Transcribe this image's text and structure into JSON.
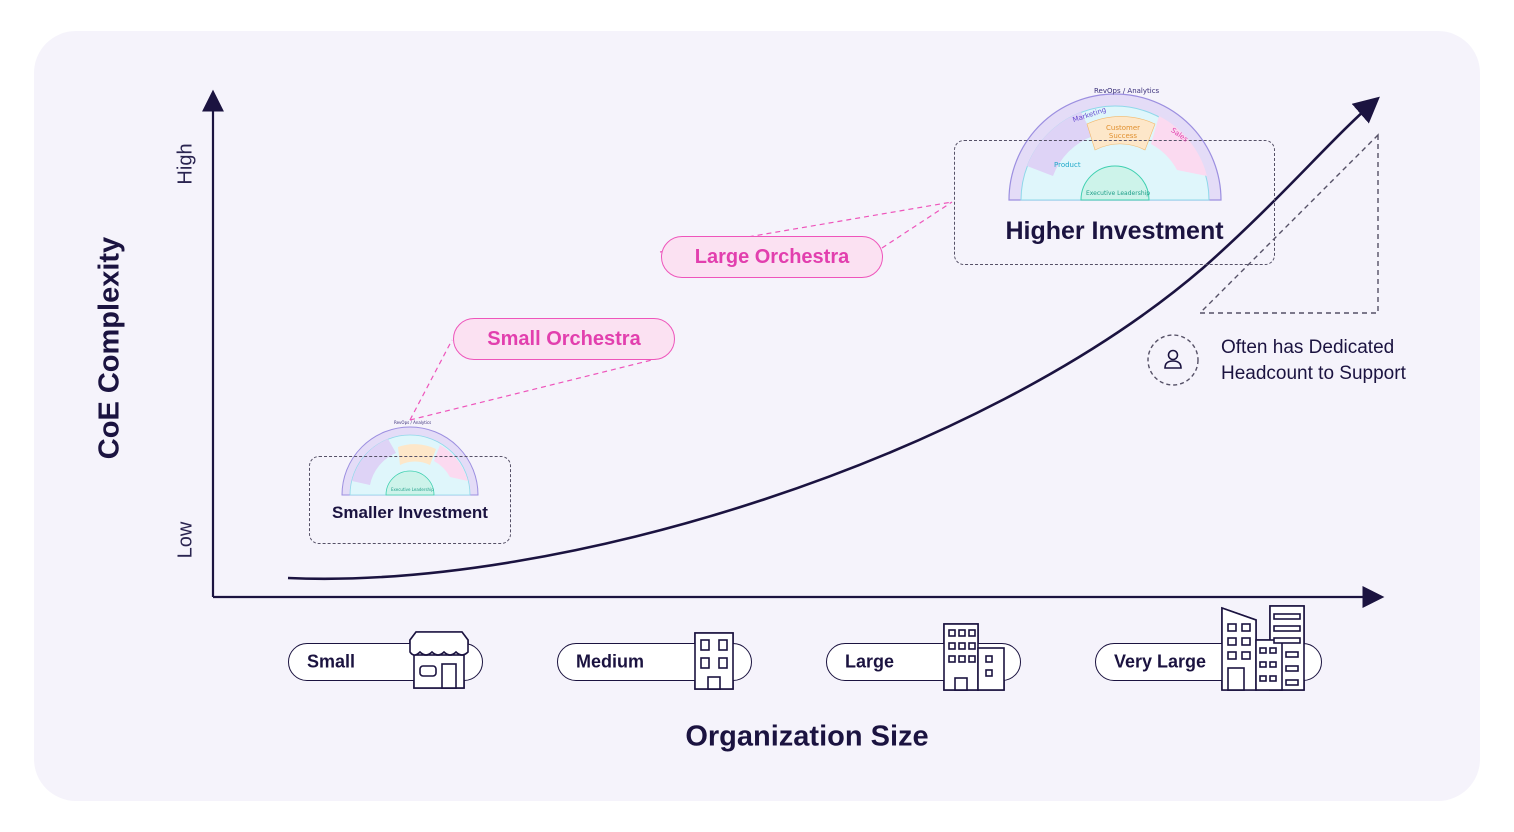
{
  "axes": {
    "y_title": "CoE Complexity",
    "x_title": "Organization Size",
    "y_high": "High",
    "y_low": "Low"
  },
  "labels": {
    "small_orchestra": "Small Orchestra",
    "large_orchestra": "Large Orchestra",
    "smaller_investment": "Smaller Investment",
    "higher_investment": "Higher Investment",
    "headcount_note": "Often has Dedicated Headcount to Support"
  },
  "arc_segments": {
    "revops": "RevOps / Analytics",
    "marketing": "Marketing",
    "customer_success": "Customer Success",
    "sales": "Sales",
    "product": "Product",
    "executive": "Executive Leadership"
  },
  "org_sizes": [
    "Small",
    "Medium",
    "Large",
    "Very Large"
  ],
  "colors": {
    "background": "#f5f3fb",
    "ink": "#1b1340",
    "pink": "#e23fae",
    "pink_fill": "#fbe1f2"
  }
}
